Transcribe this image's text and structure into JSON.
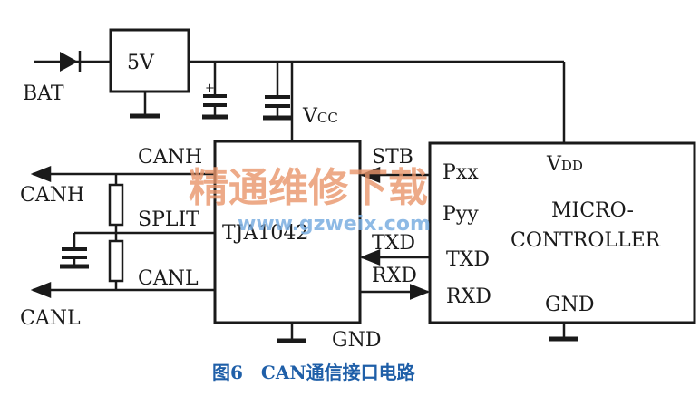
{
  "bat_label": "BAT",
  "regulator_label": "5V",
  "vcc_label": {
    "main": "V",
    "sub": "CC"
  },
  "transceiver": {
    "name": "TJA1042",
    "pins": {
      "canh": "CANH",
      "split": "SPLIT",
      "canl": "CANL",
      "stb": "STB",
      "txd": "TXD",
      "rxd": "RXD",
      "gnd": "GND"
    }
  },
  "bus_labels": {
    "canh": "CANH",
    "canl": "CANL"
  },
  "microcontroller": {
    "name_line1": "MICRO-",
    "name_line2": "CONTROLLER",
    "vdd": {
      "main": "V",
      "sub": "DD"
    },
    "pins": {
      "pxx": "Pxx",
      "pyy": "Pyy",
      "txd": "TXD",
      "rxd": "RXD",
      "gnd": "GND"
    }
  },
  "caption": "图6　CAN通信接口电路",
  "watermark": {
    "text": "精通维修下载",
    "url": "www.gzweix.com"
  },
  "colors": {
    "line": "#1a1a1a",
    "caption": "#1f5fa8",
    "watermark": "#e8956a",
    "watermark_url": "#7aaee0"
  }
}
